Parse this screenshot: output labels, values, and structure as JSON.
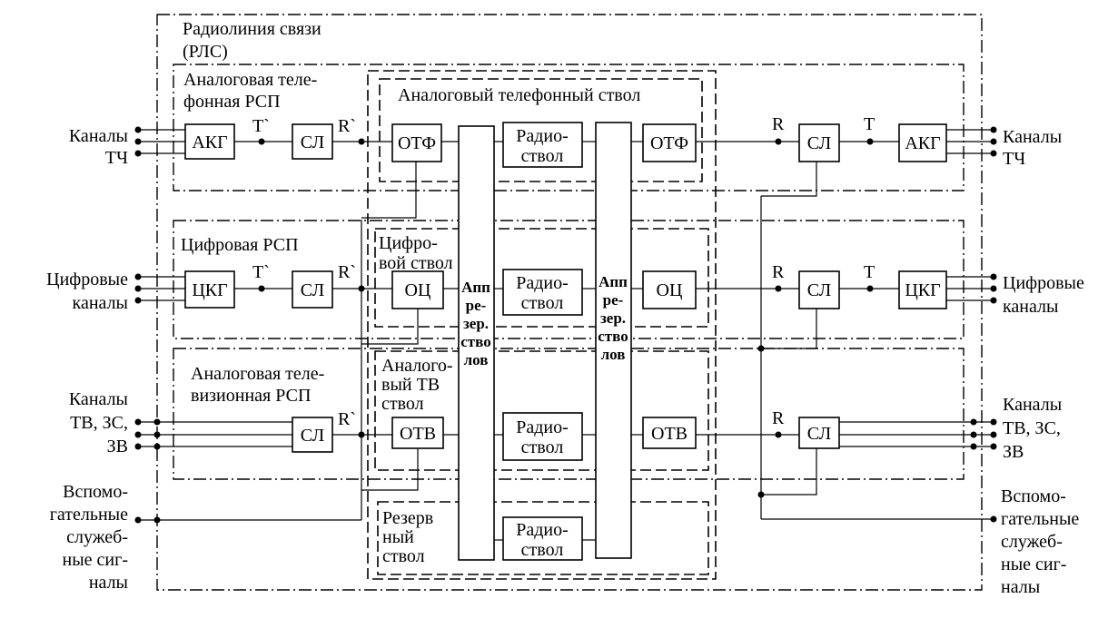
{
  "regions": {
    "rls": [
      "Радиолиния связи",
      "(РЛС)"
    ],
    "analog_phone_rsp": [
      "Аналоговая теле-",
      "фонная РСП"
    ],
    "digital_rsp": [
      "Цифровая РСП"
    ],
    "analog_tv_rsp": [
      "Аналоговая теле-",
      "визионная  РСП"
    ]
  },
  "trunks": {
    "analog_phone": [
      "Аналоговый телефонный ствол"
    ],
    "digital": [
      "Цифро-",
      "вой ствол"
    ],
    "analog_tv": [
      "Аналого-",
      "вый ТВ",
      "ствол"
    ],
    "reserve": [
      "Резерв",
      "ный",
      "ствол"
    ]
  },
  "blocks": {
    "akg": "АКГ",
    "ckg": "ЦКГ",
    "sl": "СЛ",
    "otf": "ОТФ",
    "oc": "ОЦ",
    "otv": "ОТВ",
    "radio": [
      "Радио-",
      "ствол"
    ],
    "app": [
      "Апп",
      "ре-",
      "зер.",
      "ство",
      "лов"
    ]
  },
  "points": {
    "t_prime": "Т`",
    "r_prime": "R`",
    "r": "R",
    "t": "Т"
  },
  "io": {
    "left_tch": [
      "Каналы",
      "ТЧ"
    ],
    "left_digital": [
      "Цифровые",
      "каналы"
    ],
    "left_tv": [
      "Каналы",
      "ТВ, ЗС,",
      "ЗВ"
    ],
    "left_aux": [
      "Вспомо-",
      "гательные",
      "служеб-",
      "ные сиг-",
      "налы"
    ],
    "right_tch": [
      "Каналы",
      "ТЧ"
    ],
    "right_digital": [
      "Цифровые",
      "каналы"
    ],
    "right_tv": [
      "Каналы",
      "ТВ, ЗС,",
      "ЗВ"
    ],
    "right_aux": [
      "Вспомо-",
      "гательные",
      "служеб-",
      "ные сиг-",
      "налы"
    ]
  }
}
